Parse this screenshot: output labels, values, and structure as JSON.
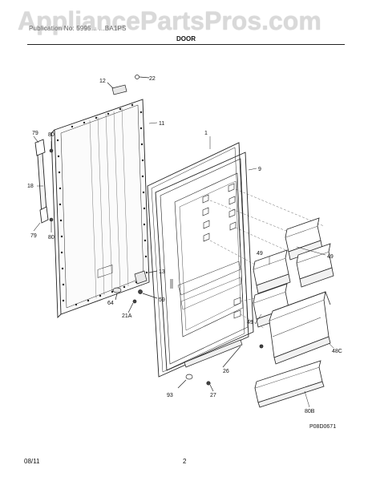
{
  "header": {
    "watermark": "AppliancePartsPros.com",
    "breadcrumb": "Publication No: 5995...    ...BA1PS",
    "section_title": "DOOR"
  },
  "figure": {
    "code": "P08D0671",
    "callouts": {
      "c1": "1",
      "c9": "9",
      "c11": "11",
      "c12": "12",
      "c13": "13",
      "c18": "18",
      "c21a": "21A",
      "c22": "22",
      "c26": "26",
      "c27": "27",
      "c48c": "48C",
      "c49a": "49",
      "c49b": "49",
      "c49c": "49",
      "c59": "59",
      "c64": "64",
      "c79a": "79",
      "c79b": "79",
      "c80a": "80",
      "c80b": "80",
      "c80B": "80B",
      "c93": "93"
    }
  },
  "footer": {
    "date": "08/11",
    "page_number": "2"
  }
}
